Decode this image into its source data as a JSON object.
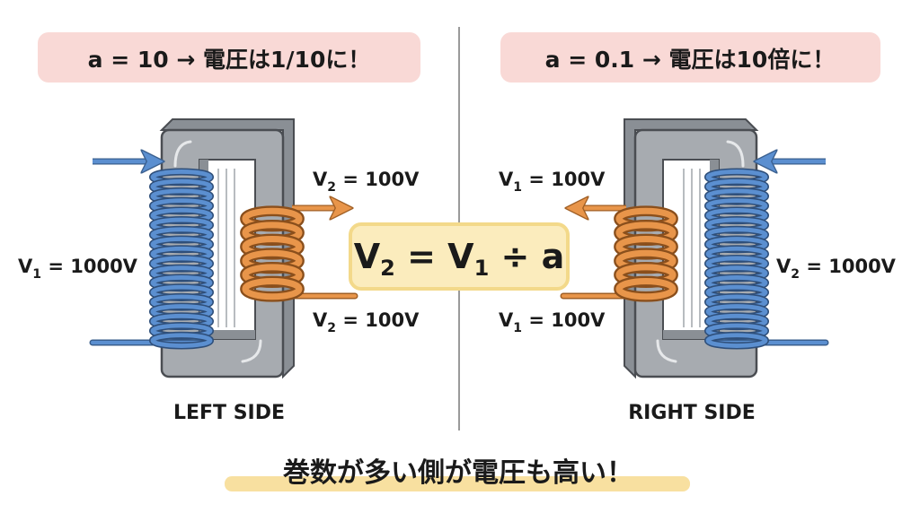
{
  "banners": {
    "left": "a = 10 → 電圧は1/10に！",
    "right": "a = 0.1 → 電圧は10倍に！"
  },
  "left": {
    "caption": "LEFT SIDE",
    "primary_label": {
      "v": "V",
      "sub": "1",
      "rest": " = 1000V"
    },
    "secondary_top": {
      "v": "V",
      "sub": "2",
      "rest": " = 100V"
    },
    "secondary_bottom": {
      "v": "V",
      "sub": "2",
      "rest": " = 100V"
    }
  },
  "right": {
    "caption": "RIGHT SIDE",
    "primary_top": {
      "v": "V",
      "sub": "1",
      "rest": " = 100V"
    },
    "primary_bottom": {
      "v": "V",
      "sub": "1",
      "rest": " = 100V"
    },
    "secondary_label": {
      "v": "V",
      "sub": "2",
      "rest": " = 1000V"
    }
  },
  "formula": {
    "v2": "V",
    "s2": "2",
    "mid": " = V",
    "s1": "1",
    "rest": " ÷ a"
  },
  "footer": "巻数が多い側が電圧も高い！",
  "turns": {
    "many": 18,
    "few": 6
  },
  "colors": {
    "blue": "#5b8fd0",
    "orange": "#e8954a",
    "core": "#a7abb0",
    "banner": "#f9d9d6",
    "formula_bg": "#fbecbd",
    "highlight": "#f8e0a0"
  }
}
